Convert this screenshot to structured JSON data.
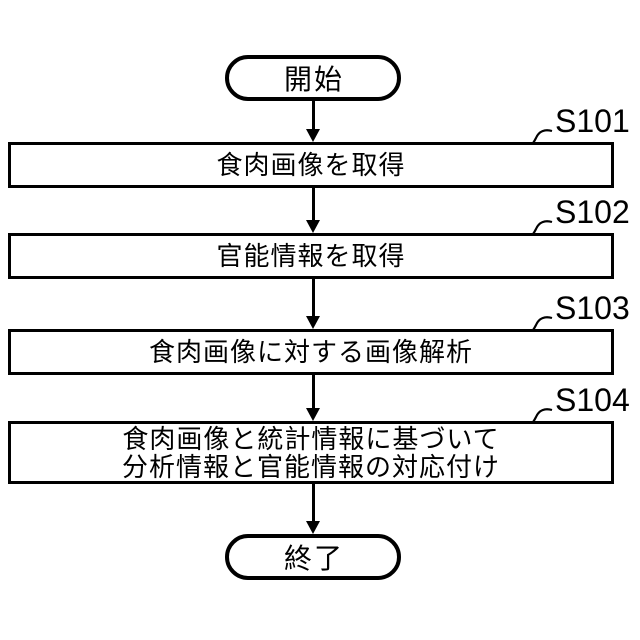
{
  "flowchart": {
    "start_label": "開始",
    "end_label": "終了",
    "line_color": "#000000",
    "background_color": "#ffffff",
    "steps": [
      {
        "label": "S101",
        "lines": [
          "食肉画像を取得"
        ]
      },
      {
        "label": "S102",
        "lines": [
          "官能情報を取得"
        ]
      },
      {
        "label": "S103",
        "lines": [
          "食肉画像に対する画像解析"
        ]
      },
      {
        "label": "S104",
        "lines": [
          "食肉画像と統計情報に基づいて",
          "分析情報と官能情報の対応付け"
        ]
      }
    ]
  }
}
